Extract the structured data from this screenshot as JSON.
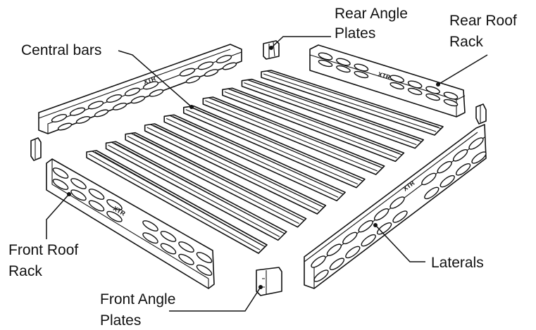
{
  "labels": {
    "rear_angle_plates_line1": "Rear Angle",
    "rear_angle_plates_line2": "Plates",
    "rear_roof_rack_line1": "Rear Roof",
    "rear_roof_rack_line2": "Rack",
    "central_bars": "Central bars",
    "front_roof_rack_line1": "Front Roof",
    "front_roof_rack_line2": "Rack",
    "laterals": "Laterals",
    "front_angle_plates_line1": "Front Angle",
    "front_angle_plates_line2": "Plates"
  },
  "logo_text": "XTR",
  "colors": {
    "line": "#111111",
    "background": "#ffffff"
  }
}
